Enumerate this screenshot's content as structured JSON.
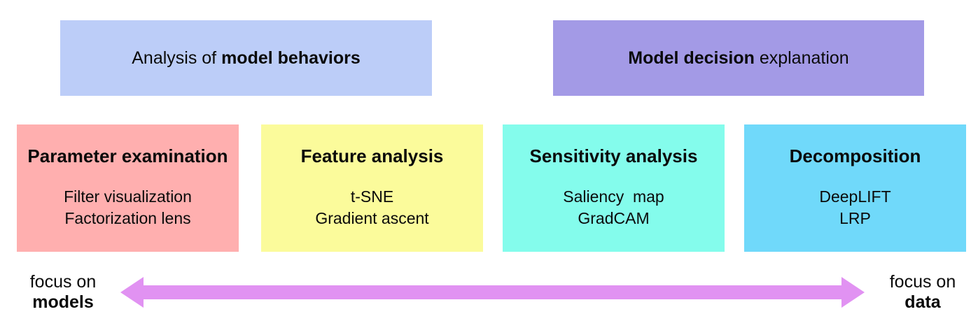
{
  "top_boxes": [
    {
      "pre": "Analysis of ",
      "bold": "model behaviors",
      "post": ""
    },
    {
      "pre": "",
      "bold": "Model decision",
      "post": " explanation"
    }
  ],
  "categories": [
    {
      "title": "Parameter examination",
      "items": [
        "Filter visualization",
        "Factorization lens"
      ]
    },
    {
      "title": "Feature analysis",
      "items": [
        "t-SNE",
        "Gradient ascent"
      ]
    },
    {
      "title": "Sensitivity analysis",
      "items": [
        "Saliency  map",
        "GradCAM"
      ]
    },
    {
      "title": "Decomposition",
      "items": [
        "DeepLIFT",
        "LRP"
      ]
    }
  ],
  "footer": {
    "left": {
      "line1": "focus on",
      "line2": "models"
    },
    "right": {
      "line1": "focus on",
      "line2": "data"
    }
  },
  "colors": {
    "top_left_box": "#bccdf8",
    "top_right_box": "#a39ae6",
    "cat_pink": "#ffafaf",
    "cat_yellow": "#fbfb9b",
    "cat_cyan": "#84fcec",
    "cat_blue": "#70d9fa",
    "arrow": "#e192f2",
    "text": "#0a0a0a",
    "background": "#ffffff"
  }
}
